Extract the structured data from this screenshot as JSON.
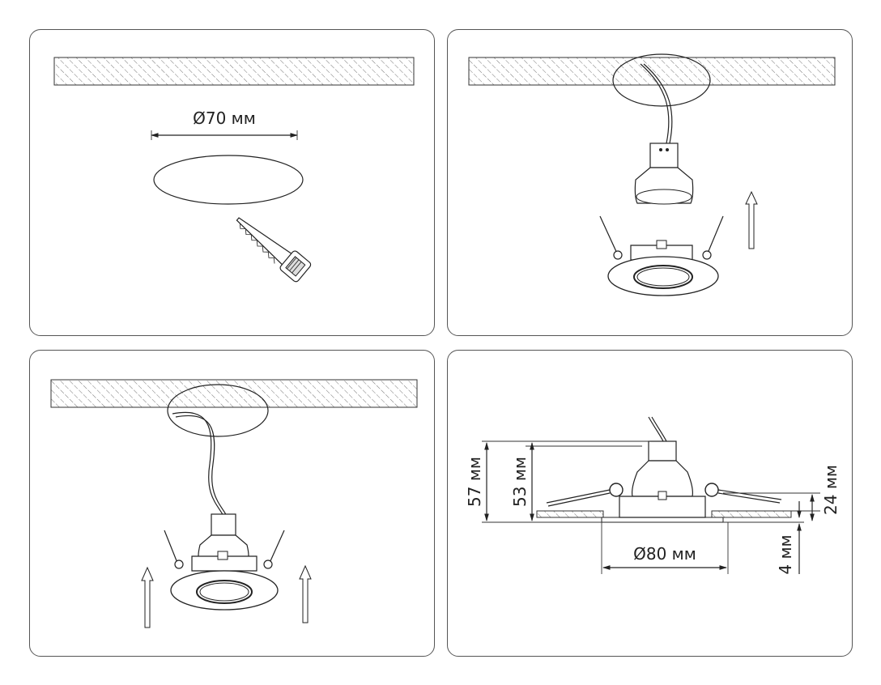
{
  "steps": [
    {
      "hole_diameter": "Ø70 мм"
    },
    {},
    {},
    {
      "height_total": "57 мм",
      "height_body": "53 мм",
      "height_clip": "24 мм",
      "flange_thickness": "4 мм",
      "flange_diameter": "Ø80 мм"
    }
  ],
  "colors": {
    "line": "#222222",
    "hatch": "#555555",
    "border": "#555555"
  },
  "icons": [
    "saw-icon",
    "spotlight-bulb-icon",
    "spotlight-frame-icon",
    "up-arrow-icon"
  ]
}
